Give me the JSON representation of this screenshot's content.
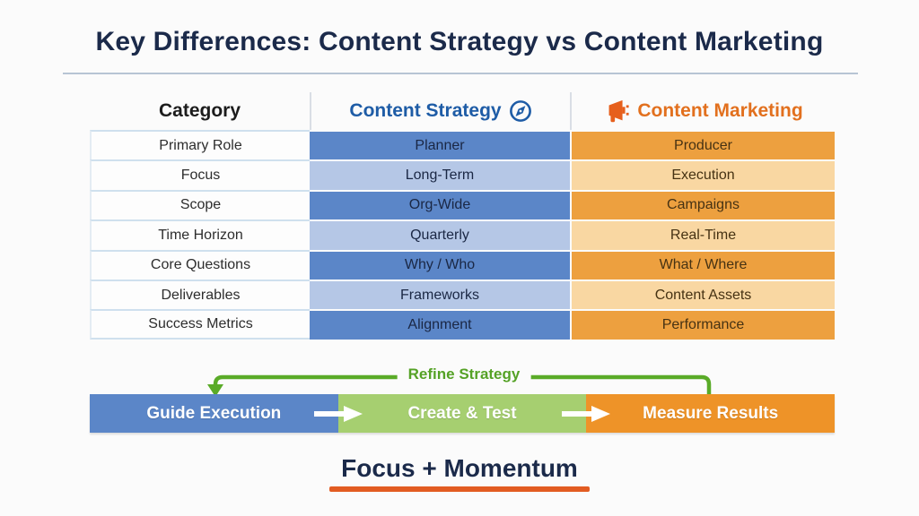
{
  "title": "Key Differences: Content Strategy vs Content Marketing",
  "table": {
    "headers": {
      "category": "Category",
      "strategy": "Content Strategy",
      "marketing": "Content Marketing"
    },
    "header_icons": {
      "strategy": "compass-icon",
      "marketing": "megaphone-icon"
    },
    "rows": [
      {
        "category": "Primary Role",
        "strategy": "Planner",
        "marketing": "Producer"
      },
      {
        "category": "Focus",
        "strategy": "Long-Term",
        "marketing": "Execution"
      },
      {
        "category": "Scope",
        "strategy": "Org-Wide",
        "marketing": "Campaigns"
      },
      {
        "category": "Time Horizon",
        "strategy": "Quarterly",
        "marketing": "Real-Time"
      },
      {
        "category": "Core Questions",
        "strategy": "Why / Who",
        "marketing": "What / Where"
      },
      {
        "category": "Deliverables",
        "strategy": "Frameworks",
        "marketing": "Content Assets"
      },
      {
        "category": "Success Metrics",
        "strategy": "Alignment",
        "marketing": "Performance"
      }
    ]
  },
  "flow": {
    "loop_label": "Refine Strategy",
    "steps": [
      {
        "label": "Guide Execution"
      },
      {
        "label": "Create & Test"
      },
      {
        "label": "Measure Results"
      }
    ]
  },
  "footer": {
    "tagline": "Focus + Momentum"
  },
  "colors": {
    "title_navy": "#1b2a4a",
    "strategy_header_blue": "#1e5ca6",
    "marketing_header_orange": "#e2701e",
    "cell_blue_dark": "#5b86c8",
    "cell_blue_light": "#b5c7e6",
    "cell_orange_dark": "#eda03f",
    "cell_orange_light": "#f9d7a2",
    "flow_blue": "#5b86c8",
    "flow_green": "#a6cf70",
    "flow_orange": "#ee9328",
    "loop_green": "#5aab28",
    "tagline_underline_orange": "#e25c22"
  }
}
